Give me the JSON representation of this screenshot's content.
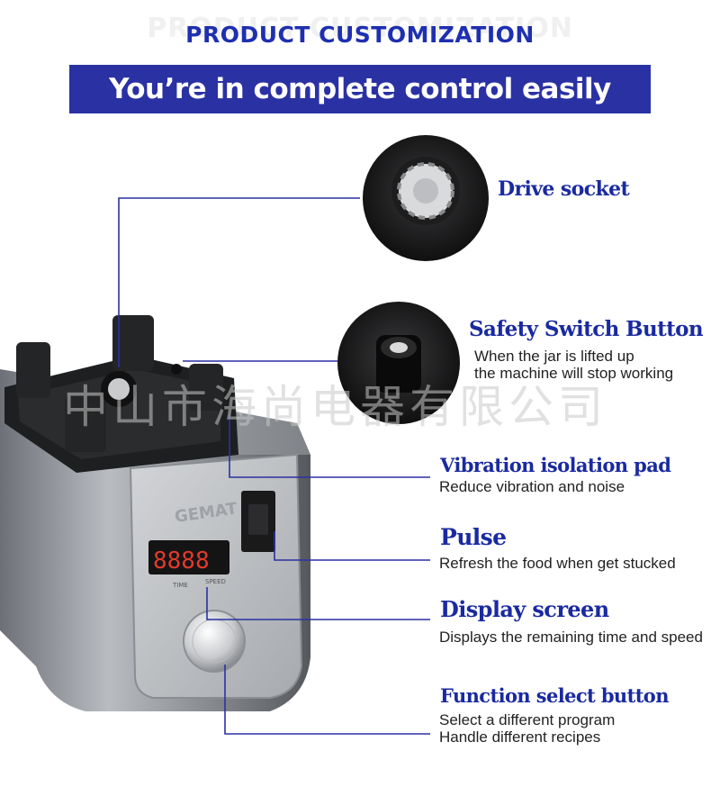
{
  "header": {
    "ghost_text": "PRODUCT CUSTOMIZATION",
    "title": "PRODUCT CUSTOMIZATION",
    "banner_text": "You’re in complete control easily"
  },
  "features": [
    {
      "title": "Drive socket",
      "desc": []
    },
    {
      "title": "Safety Switch Button",
      "desc": [
        "When the jar is lifted up",
        "the machine will stop working"
      ]
    },
    {
      "title": "Vibration isolation pad",
      "desc": [
        "Reduce vibration and noise"
      ]
    },
    {
      "title": "Pulse",
      "desc": [
        "Refresh the food when get stucked"
      ]
    },
    {
      "title": "Display screen",
      "desc": [
        "Displays the remaining time and speed"
      ]
    },
    {
      "title": "Function select button",
      "desc": [
        "Select a different program",
        "Handle different recipes"
      ]
    }
  ],
  "product": {
    "brand": "GEMAT",
    "display_digits": "8888",
    "label_time": "TIME",
    "label_speed": "SPEED"
  },
  "watermark": "中山市海尚电器有限公司",
  "colors": {
    "accent_blue": "#2a31a3",
    "title_blue": "#1a2aa0",
    "display_red": "#e23a2a"
  }
}
